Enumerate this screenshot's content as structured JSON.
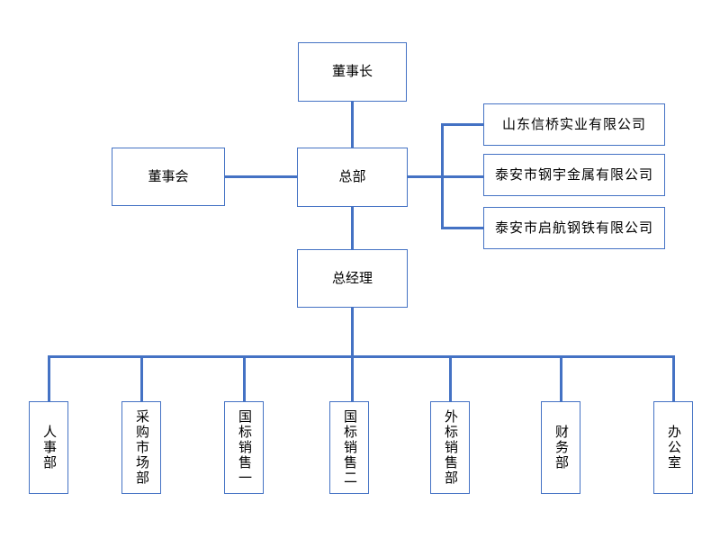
{
  "org_chart": {
    "nodes": {
      "chairman": "董事长",
      "board": "董事会",
      "headquarters": "总部",
      "general_manager": "总经理"
    },
    "subsidiaries": [
      "山东信桥实业有限公司",
      "泰安市钢宇金属有限公司",
      "泰安市启航钢铁有限公司"
    ],
    "departments": [
      "人事部",
      "采购市场部",
      "国标销售一",
      "国标销售二",
      "外标销售部",
      "财务部",
      "办公室"
    ],
    "colors": {
      "connector": "#4472C4",
      "node_border": "#4472C4",
      "node_text": "#000000",
      "background": "#FFFFFF"
    }
  }
}
